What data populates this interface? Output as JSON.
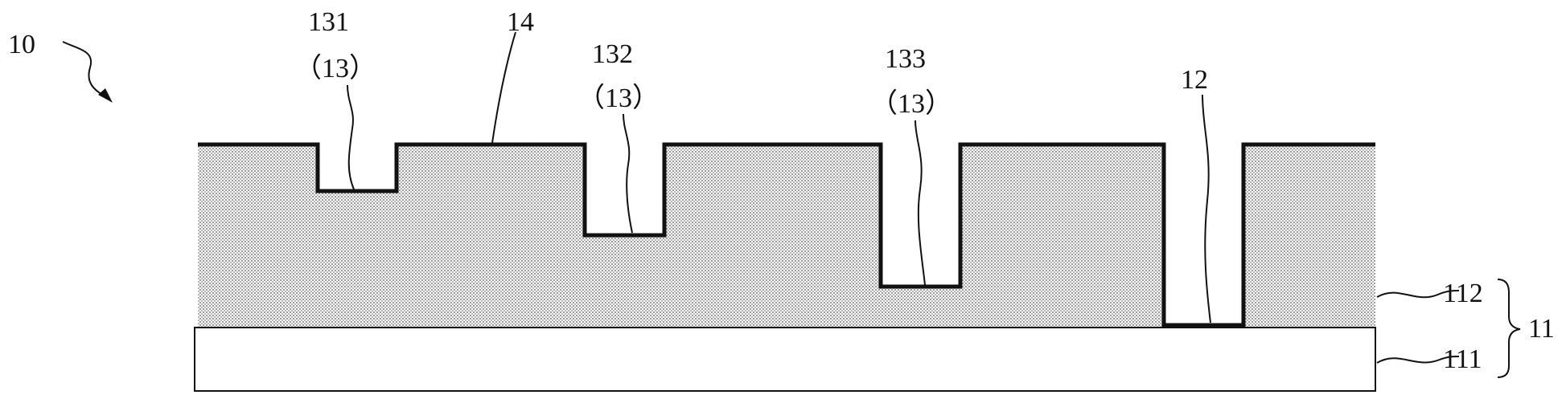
{
  "figure": {
    "ref_label": "10",
    "labels": {
      "trench_131": "131",
      "trench_131_group": "（13）",
      "trench_132": "132",
      "trench_132_group": "（13）",
      "trench_133": "133",
      "trench_133_group": "（13）",
      "layer_14": "14",
      "opening_12": "12",
      "layer_112": "112",
      "layer_111": "111",
      "substrate_11": "11"
    },
    "colors": {
      "line": "#111111",
      "fill_pattern": "#9a9a9a",
      "background": "#ffffff"
    }
  }
}
